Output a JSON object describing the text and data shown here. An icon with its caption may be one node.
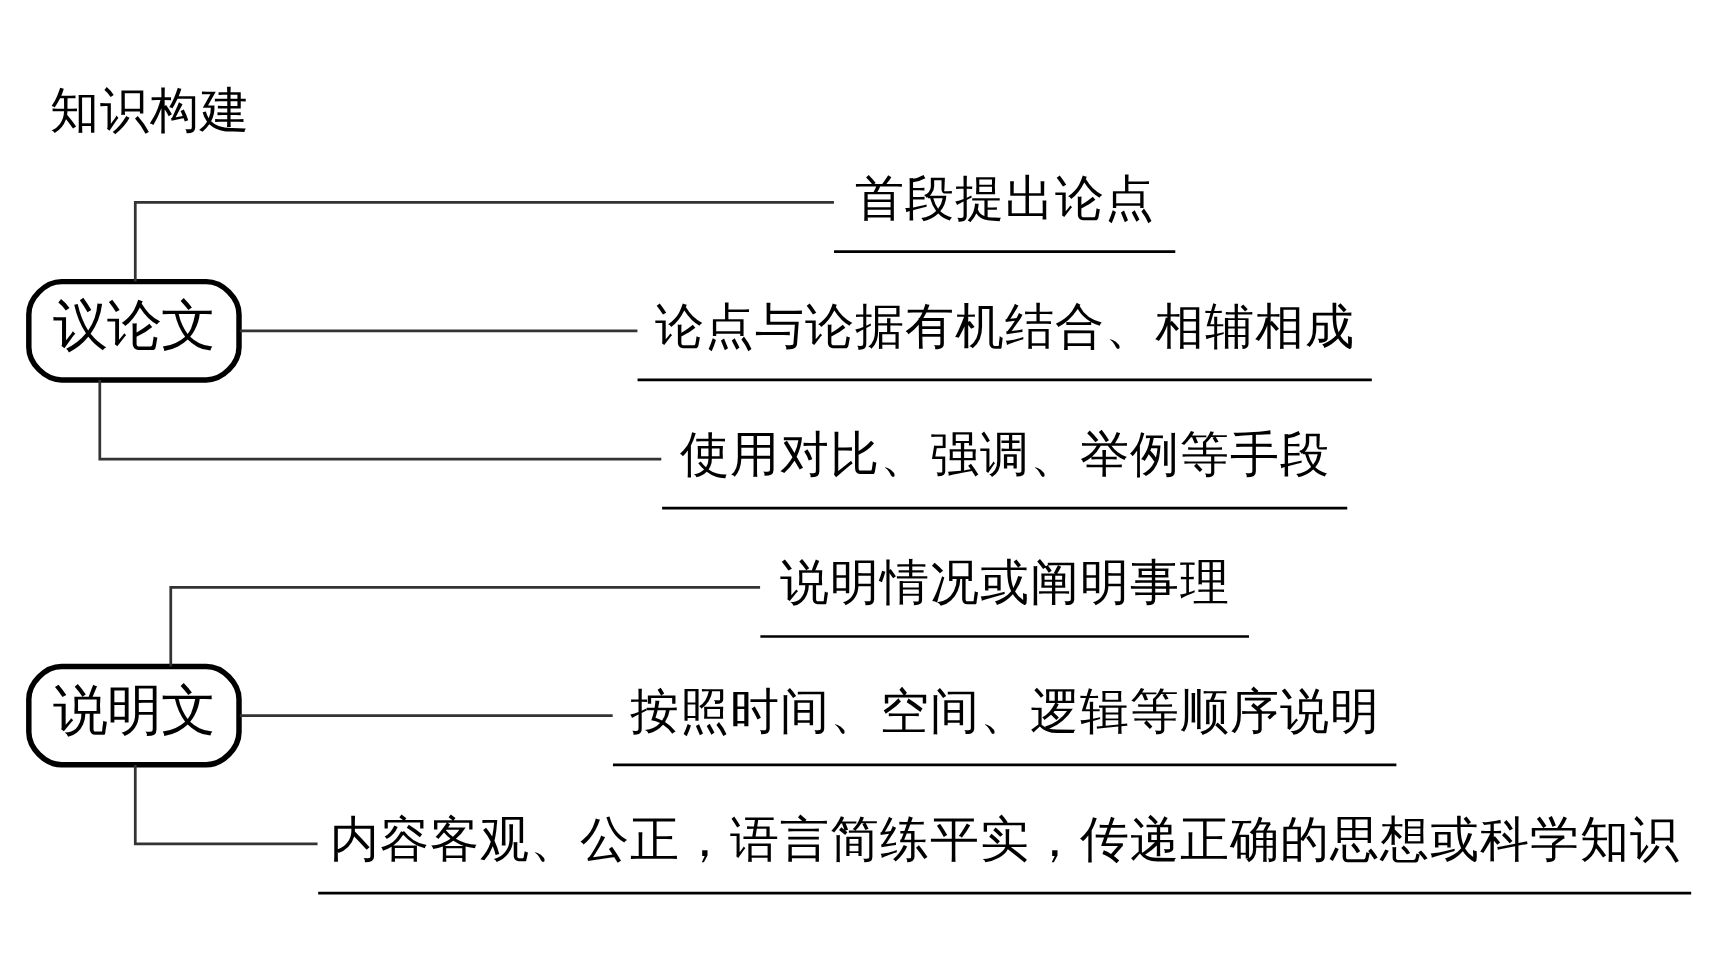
{
  "diagram": {
    "title": "知识构建",
    "nodes": [
      {
        "text": [
          "说明文"
        ]
      },
      {
        "text": [
          "说明情况或阐明事理"
        ]
      },
      {
        "text": [
          "按照时间、空间、逻辑等顺序说明"
        ]
      },
      {
        "text": [
          "内容客观、公正，语言简练平实，传递正确的思想或科学知识"
        ]
      },
      {
        "text": [
          "议论文"
        ]
      },
      {
        "text": [
          "首段提出论点"
        ]
      },
      {
        "text": [
          "论点与论据有机结合、相辅相成"
        ]
      },
      {
        "text": [
          "使用对比、强调、举例等手段"
        ]
      }
    ],
    "edges": [
      {
        "from": 0,
        "to": 1,
        "arrow": "none"
      },
      {
        "from": 0,
        "to": 2,
        "arrow": "none"
      },
      {
        "from": 0,
        "to": 3,
        "arrow": "none"
      },
      {
        "from": 4,
        "to": 5,
        "arrow": "none"
      },
      {
        "from": 4,
        "to": 6,
        "arrow": "none"
      },
      {
        "from": 4,
        "to": 7,
        "arrow": "none"
      }
    ]
  }
}
